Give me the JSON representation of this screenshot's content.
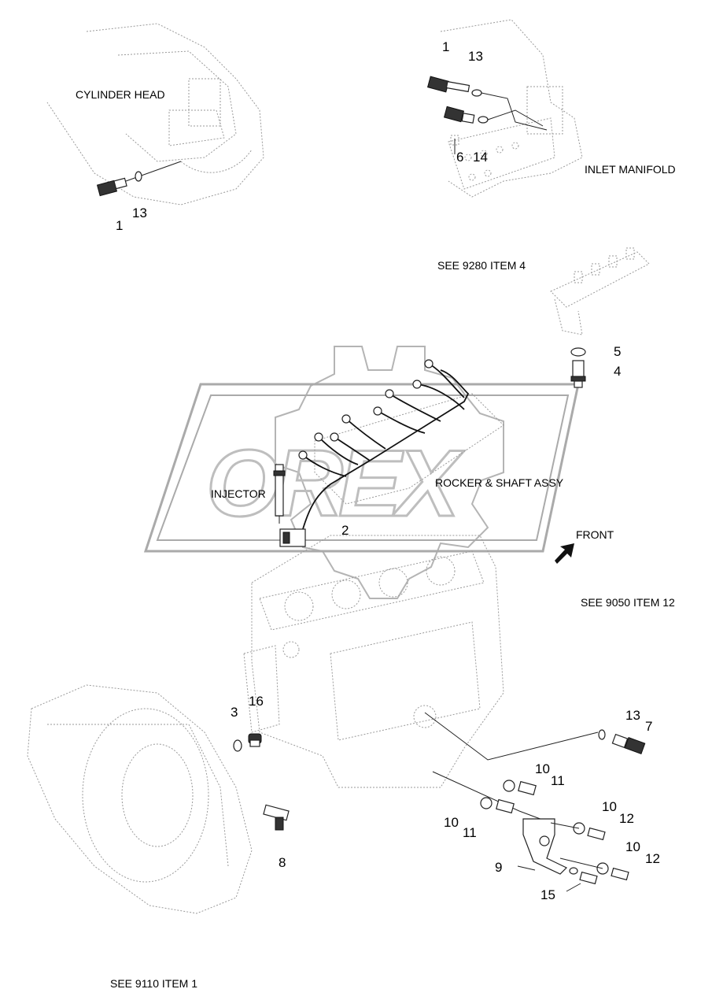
{
  "labels": {
    "cylinder_head": "CYLINDER HEAD",
    "inlet_manifold": "INLET MANIFOLD",
    "see_9280": "SEE 9280 ITEM 4",
    "injector": "INJECTOR",
    "rocker_shaft": "ROCKER & SHAFT ASSY",
    "front": "FRONT",
    "see_9050": "SEE 9050 ITEM 12",
    "see_9110": "SEE 9110 ITEM 1"
  },
  "callouts": [
    "1",
    "13",
    "1",
    "13",
    "6",
    "14",
    "5",
    "4",
    "2",
    "3",
    "16",
    "13",
    "7",
    "10",
    "11",
    "10",
    "11",
    "10",
    "12",
    "10",
    "12",
    "9",
    "15",
    "8"
  ],
  "watermark": {
    "text": "OREX",
    "color": "#bdbdbd"
  }
}
